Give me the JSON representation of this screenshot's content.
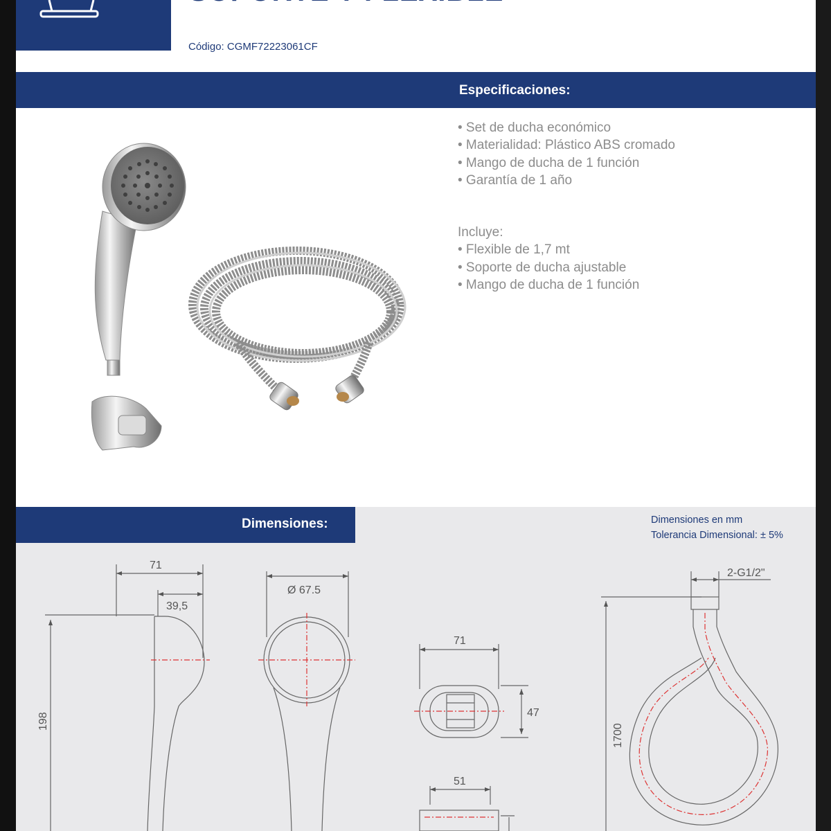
{
  "header": {
    "title": "SOPORTE Y FLEXIBLE",
    "code": "Código: CGMF72223061CF"
  },
  "specs": {
    "heading": "Especificaciones:",
    "features": [
      "• Set de ducha económico",
      "• Materialidad: Plástico ABS cromado",
      "• Mango de ducha de 1 función",
      "• Garantía de 1 año"
    ],
    "includes_label": "Incluye:",
    "includes": [
      "• Flexible de 1,7 mt",
      "• Soporte de ducha ajustable",
      "• Mango de ducha de 1 función"
    ]
  },
  "dimensions": {
    "heading": "Dimensiones:",
    "note_units": "Dimensiones en mm",
    "note_tolerance": "Tolerancia Dimensional: ± 5%",
    "labels": {
      "handle_depth": "71",
      "handle_head": "39,5",
      "handle_length": "198",
      "head_diameter": "Ø 67.5",
      "holder_width": "71",
      "holder_height": "47",
      "holder_inner": "51",
      "hose_thread": "2-G1/2\"",
      "hose_length": "1700"
    }
  },
  "colors": {
    "brand_blue": "#1e3a78",
    "text_gray": "#8c8c8c",
    "dim_bg": "#e9e9eb"
  }
}
